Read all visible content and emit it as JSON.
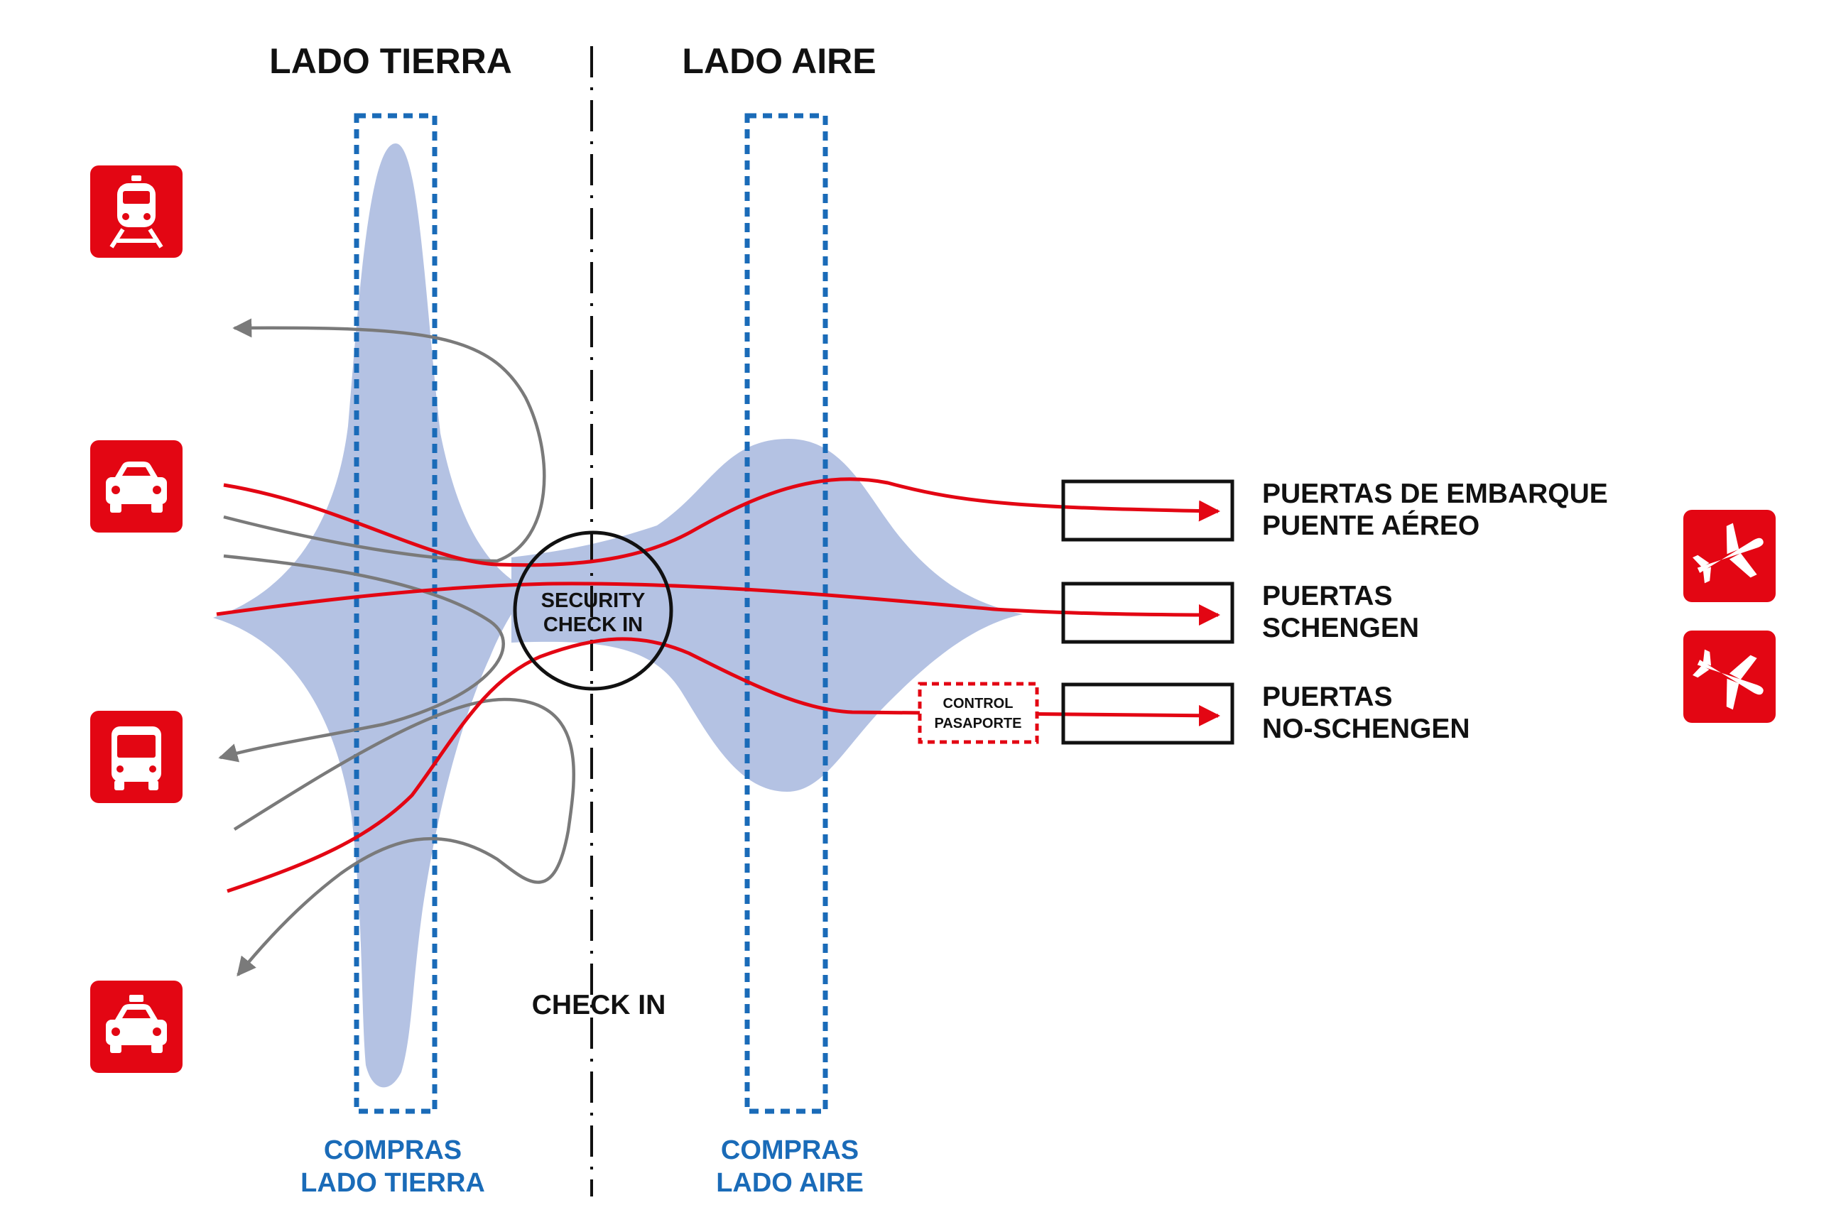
{
  "headings": {
    "landside": "LADO TIERRA",
    "airside": "LADO AIRE"
  },
  "security": {
    "line1": "SECURITY",
    "line2": "CHECK IN"
  },
  "checkin_label": "CHECK IN",
  "passport_control": {
    "line1": "CONTROL",
    "line2": "PASAPORTE"
  },
  "gates": [
    {
      "line1": "PUERTAS DE EMBARQUE",
      "line2": "PUENTE AÉREO"
    },
    {
      "line1": "PUERTAS",
      "line2": "SCHENGEN"
    },
    {
      "line1": "PUERTAS",
      "line2": "NO-SCHENGEN"
    }
  ],
  "shopping": {
    "landside": {
      "line1": "COMPRAS",
      "line2": "LADO TIERRA"
    },
    "airside": {
      "line1": "COMPRAS",
      "line2": "LADO AIRE"
    }
  },
  "transport_icons": [
    "train-icon",
    "car-icon",
    "bus-icon",
    "taxi-icon"
  ],
  "flight_icons": [
    "departures-icon",
    "arrivals-icon"
  ],
  "colors": {
    "red": "#e30613",
    "blue_dashed": "#1a6bb8",
    "shape_fill": "#b4c2e3",
    "grey_flow": "#7a7a7a",
    "black": "#111111"
  }
}
